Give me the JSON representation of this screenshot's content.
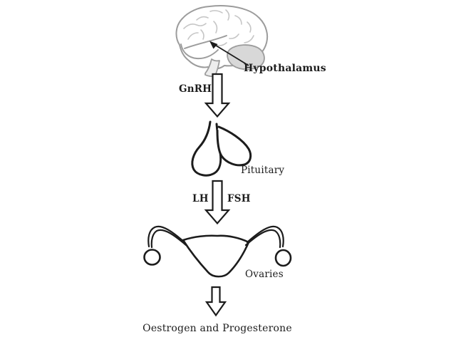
{
  "diagram": {
    "labels": {
      "hypothalamus": "Hypothalamus",
      "gnrh": "GnRH",
      "pituitary": "Pituitary",
      "lh": "LH",
      "fsh": "FSH",
      "ovaries": "Ovaries",
      "output_hormones": "Oestrogen and Progesterone"
    },
    "colors": {
      "background": "#ffffff",
      "ink": "#1c1c1c",
      "brain_outline": "#9c9c9c",
      "brain_sulci": "#c6c6c6",
      "cerebellum_fill": "#d8d8d8",
      "stem_fill": "#ededed"
    }
  }
}
